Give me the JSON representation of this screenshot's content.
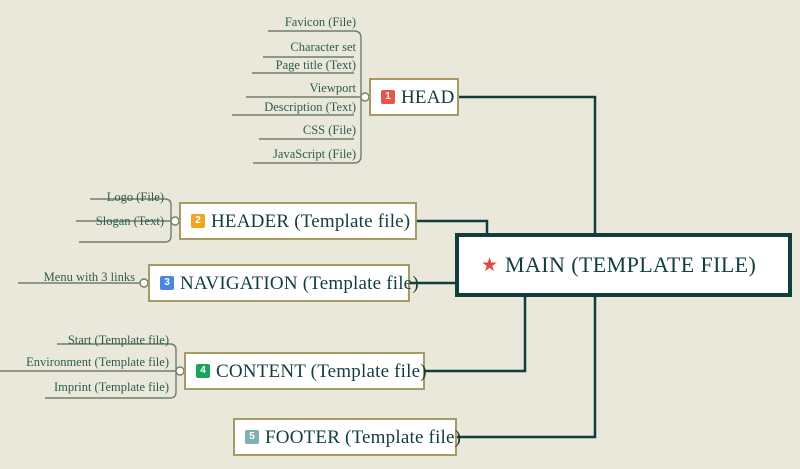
{
  "diagram": {
    "type": "mind-map",
    "title": "Website template structure mind map",
    "background_color": "#eae7db",
    "wire_color": "#123d3d",
    "leaf_wire_color": "#6f7f6a",
    "node_border_color": "#a89a64",
    "root_border_color": "#123d3d",
    "node_fill": "#ffffff",
    "text_color": "#123d3d",
    "leaf_text_color": "#2e5c50"
  },
  "root": {
    "id": "main",
    "label": "MAIN (TEMPLATE FILE)",
    "icon": "star-icon",
    "icon_color": "#e04a40"
  },
  "branches": [
    {
      "id": "head",
      "badge": "1",
      "badge_color": "#e8554a",
      "label": "HEAD",
      "children": [
        "Favicon (File)",
        "Character set",
        "Page title (Text)",
        "Viewport",
        "Description  (Text)",
        "CSS (File)",
        "JavaScript (File)"
      ]
    },
    {
      "id": "header",
      "badge": "2",
      "badge_color": "#efa521",
      "label": "HEADER (Template file)",
      "children": [
        "Logo (File)",
        "Slogan (Text)"
      ]
    },
    {
      "id": "navigation",
      "badge": "3",
      "badge_color": "#4a87e0",
      "label": "NAVIGATION (Template file)",
      "children": [
        "Menu with 3 links"
      ]
    },
    {
      "id": "content",
      "badge": "4",
      "badge_color": "#18a558",
      "label": "CONTENT (Template file)",
      "children": [
        "Start (Template file)",
        "Environment (Template file)",
        "Imprint (Template file)"
      ]
    },
    {
      "id": "footer",
      "badge": "5",
      "badge_color": "#7fb0b5",
      "label": "FOOTER (Template file)",
      "children": []
    }
  ]
}
